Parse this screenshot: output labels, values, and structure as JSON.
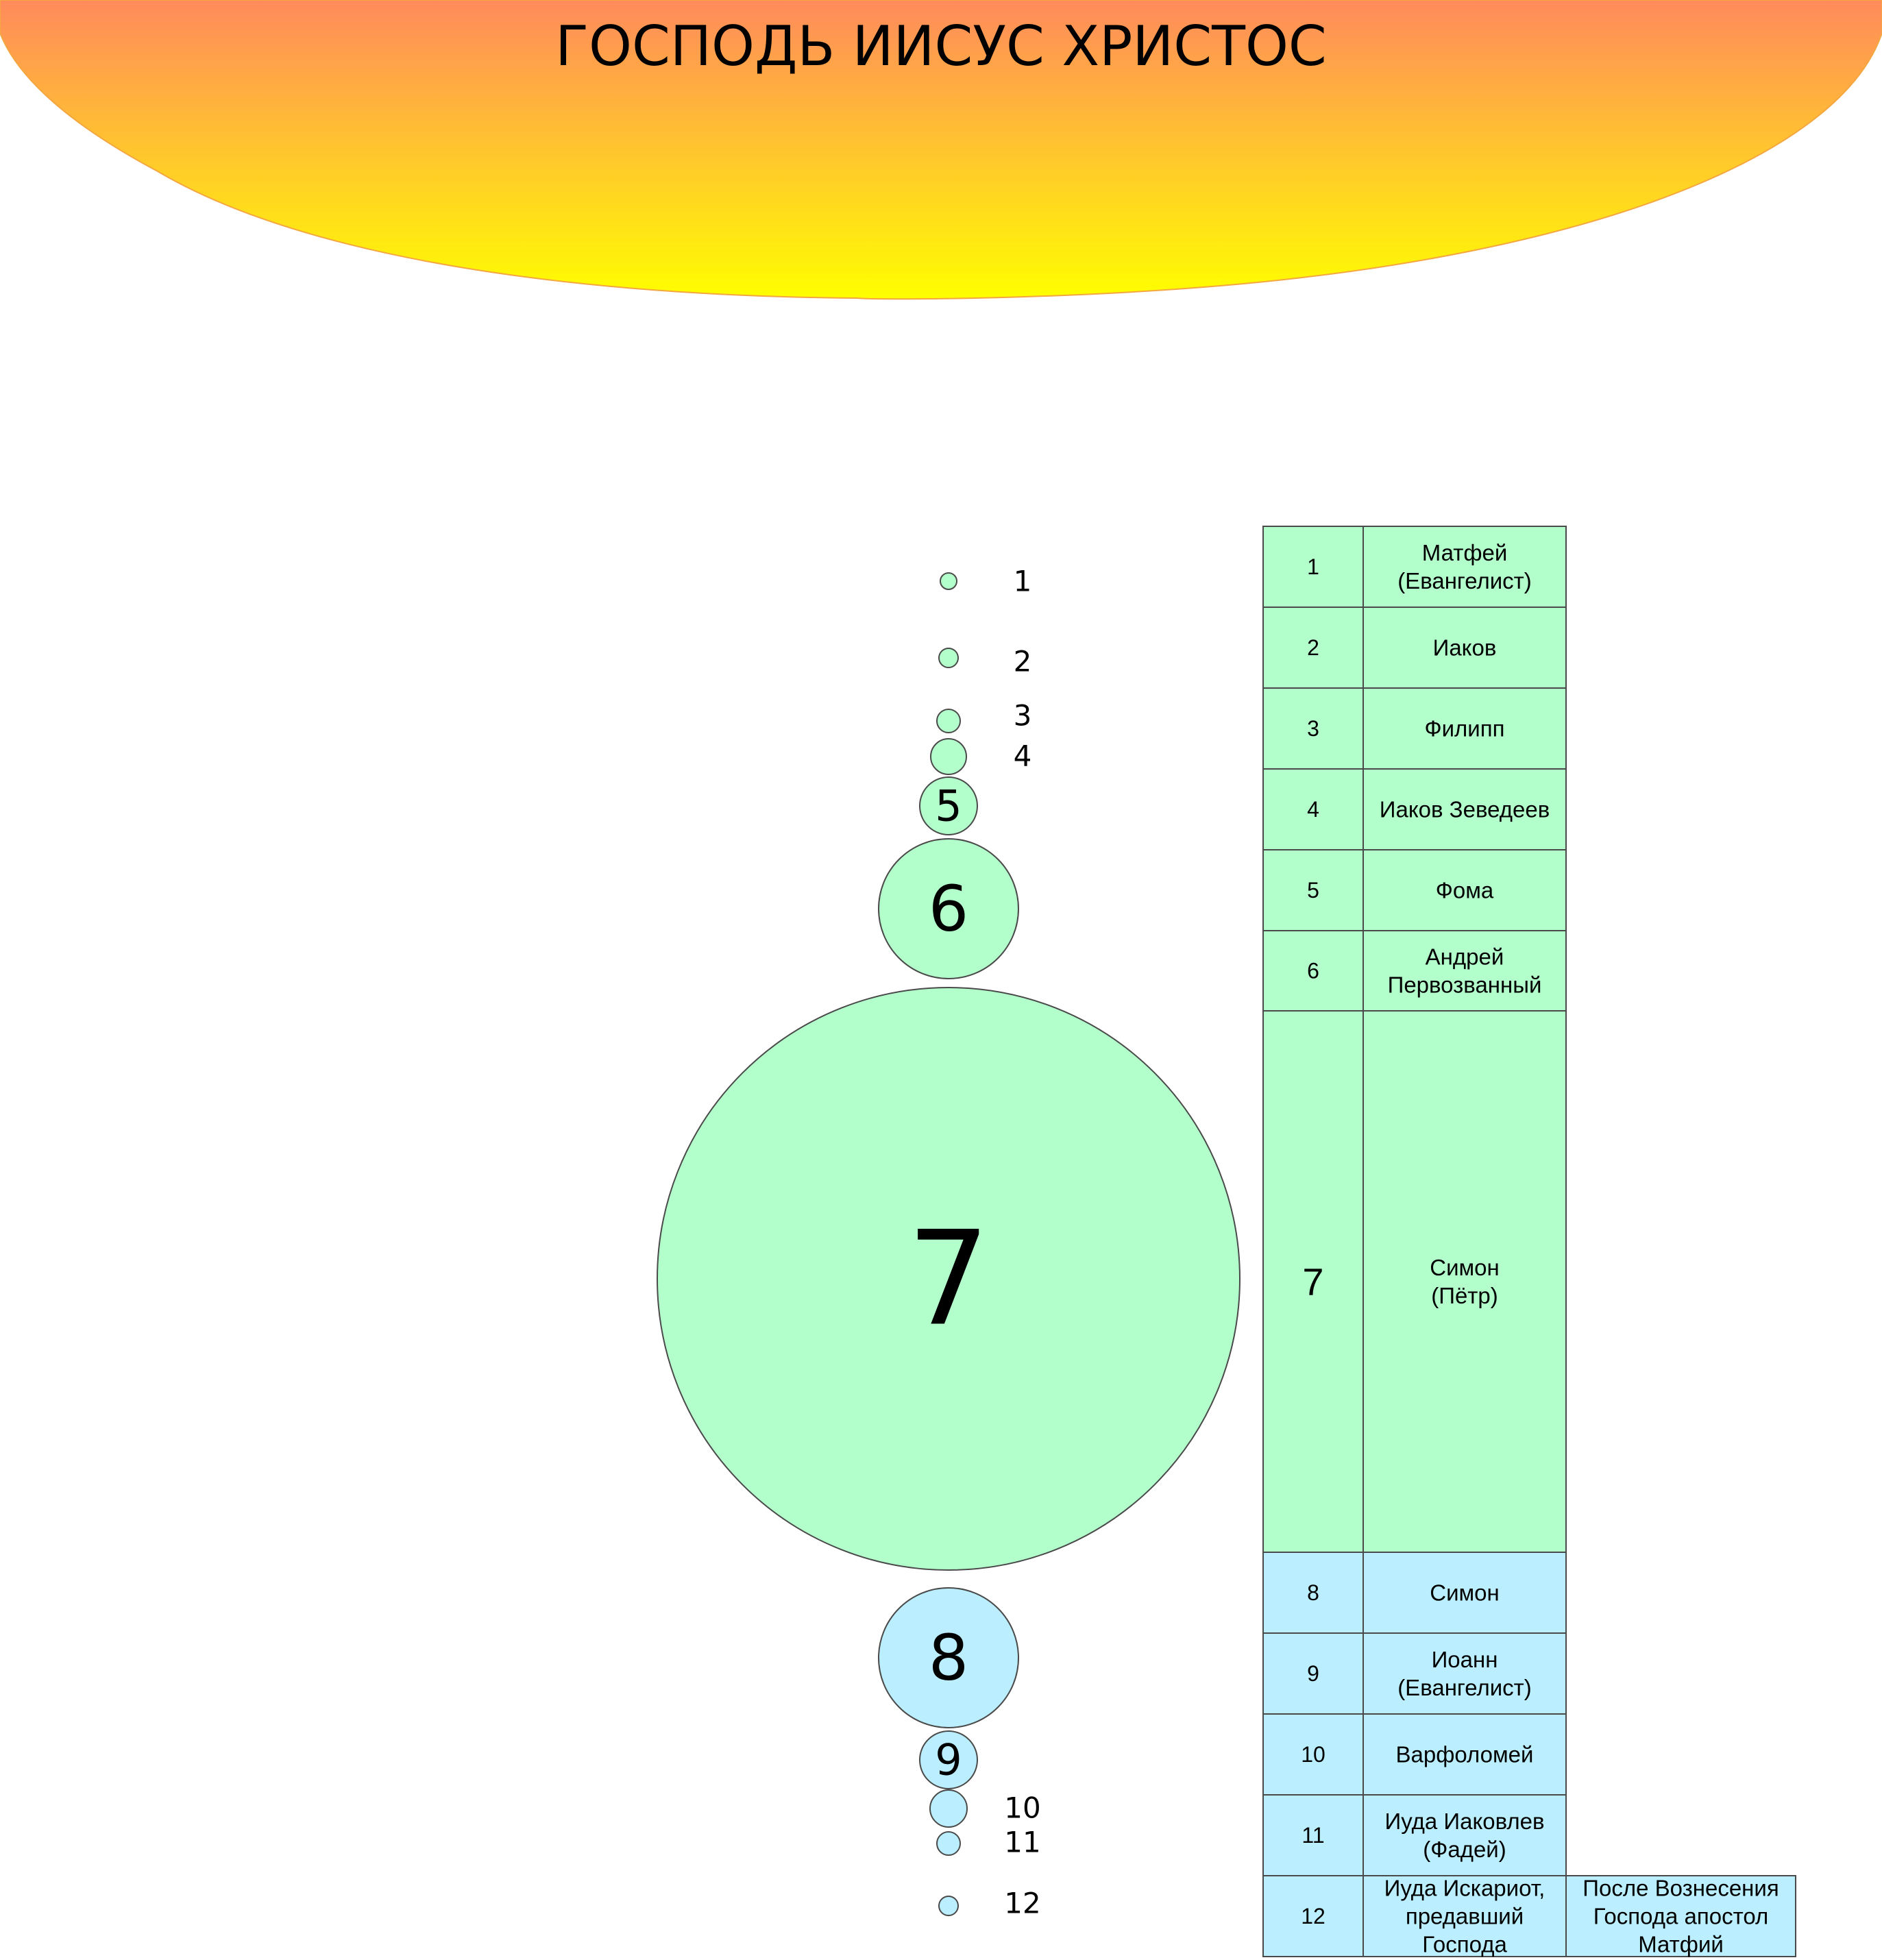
{
  "header": {
    "title": "ГОСПОДЬ ИИСУС ХРИСТОС",
    "gradient_top": "#ff8a5c",
    "gradient_bottom": "#ffff00",
    "outline": "#f4a640"
  },
  "colors": {
    "green_fill": "#b3ffcc",
    "blue_fill": "#bbefff",
    "stroke": "#4a4a4a"
  },
  "circles": [
    {
      "id": 1,
      "label": "1",
      "group": "green"
    },
    {
      "id": 2,
      "label": "2",
      "group": "green"
    },
    {
      "id": 3,
      "label": "3",
      "group": "green"
    },
    {
      "id": 4,
      "label": "4",
      "group": "green"
    },
    {
      "id": 5,
      "label": "5",
      "group": "green"
    },
    {
      "id": 6,
      "label": "6",
      "group": "green"
    },
    {
      "id": 7,
      "label": "7",
      "group": "green"
    },
    {
      "id": 8,
      "label": "8",
      "group": "blue"
    },
    {
      "id": 9,
      "label": "9",
      "group": "blue"
    },
    {
      "id": 10,
      "label": "10",
      "group": "blue"
    },
    {
      "id": 11,
      "label": "11",
      "group": "blue"
    },
    {
      "id": 12,
      "label": "12",
      "group": "blue"
    }
  ],
  "table": {
    "rows": [
      {
        "num": "1",
        "name": [
          "Матфей",
          "(Евангелист)"
        ],
        "group": "green"
      },
      {
        "num": "2",
        "name": [
          "Иаков"
        ],
        "group": "green"
      },
      {
        "num": "3",
        "name": [
          "Филипп"
        ],
        "group": "green"
      },
      {
        "num": "4",
        "name": [
          "Иаков Зеведеев"
        ],
        "group": "green"
      },
      {
        "num": "5",
        "name": [
          "Фома"
        ],
        "group": "green"
      },
      {
        "num": "6",
        "name": [
          "Андрей",
          "Первозванный"
        ],
        "group": "green"
      },
      {
        "num": "7",
        "name": [
          "Симон",
          "(Пётр)"
        ],
        "group": "green"
      },
      {
        "num": "8",
        "name": [
          "Симон"
        ],
        "group": "blue"
      },
      {
        "num": "9",
        "name": [
          "Иоанн",
          "(Евангелист)"
        ],
        "group": "blue"
      },
      {
        "num": "10",
        "name": [
          "Варфоломей"
        ],
        "group": "blue"
      },
      {
        "num": "11",
        "name": [
          "Иуда Иаковлев",
          "(Фадей)"
        ],
        "group": "blue"
      },
      {
        "num": "12",
        "name": [
          "Иуда Искариот,",
          "предавший",
          "Господа"
        ],
        "group": "blue"
      }
    ],
    "note": [
      "После Вознесения",
      "Господа апостол",
      "Матфий"
    ]
  }
}
